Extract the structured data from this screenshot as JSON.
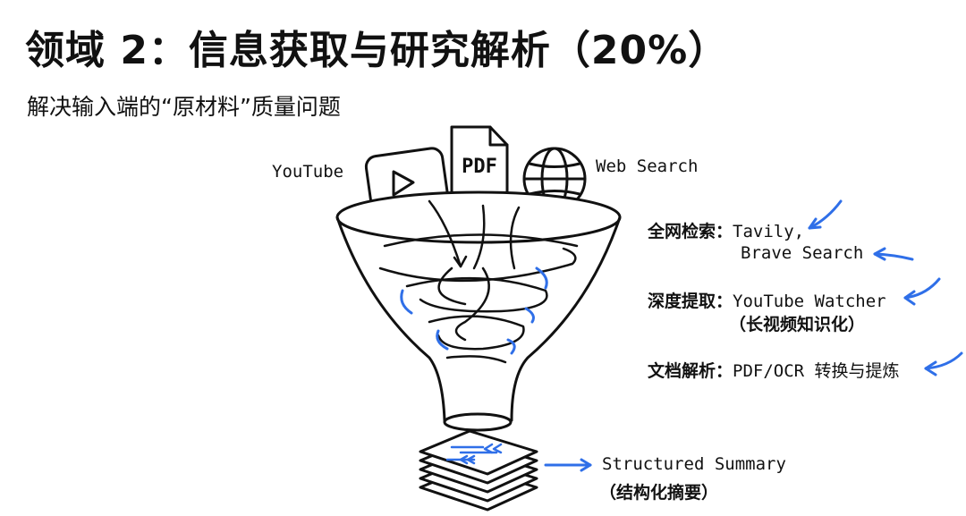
{
  "heading": {
    "title": "领域 2：信息获取与研究解析（20%）",
    "subtitle": "解决输入端的“原材料”质量问题"
  },
  "sources": {
    "youtube": "YouTube",
    "pdf": "PDF",
    "web_search": "Web Search"
  },
  "tools": {
    "search": {
      "key": "全网检索：",
      "value_line1": "Tavily,",
      "value_line2": "Brave Search"
    },
    "deep": {
      "key": "深度提取：",
      "value": "YouTube Watcher",
      "note": "（长视频知识化）"
    },
    "doc": {
      "key": "文档解析：",
      "value": "PDF/OCR 转换与提炼"
    }
  },
  "output": {
    "label": "Structured Summary",
    "note": "（结构化摘要）"
  },
  "colors": {
    "accent": "#2f6fe8",
    "ink": "#111111"
  }
}
